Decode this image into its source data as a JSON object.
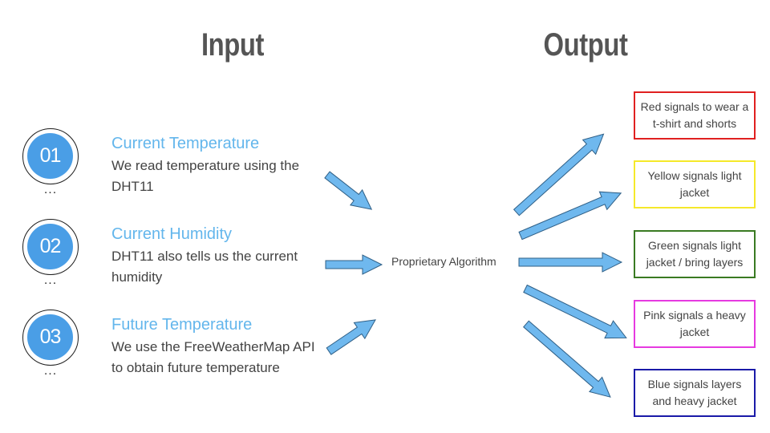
{
  "headings": {
    "input": "Input",
    "output": "Output"
  },
  "steps": [
    {
      "number": "01",
      "dots": "...",
      "title": "Current Temperature",
      "description": "We read temperature using the DHT11"
    },
    {
      "number": "02",
      "dots": "...",
      "title": "Current Humidity",
      "description": "DHT11 also tells us the current humidity"
    },
    {
      "number": "03",
      "dots": "...",
      "title": "Future Temperature",
      "description": "We use the FreeWeatherMap API to obtain future temperature"
    }
  ],
  "algorithm": {
    "label": "Proprietary Algorithm"
  },
  "outputs": [
    {
      "text": "Red signals to wear a t-shirt and shorts",
      "border_color": "#e02020"
    },
    {
      "text": "Yellow signals light jacket",
      "border_color": "#f5e92a"
    },
    {
      "text": "Green signals light jacket / bring layers",
      "border_color": "#3a7a22"
    },
    {
      "text": "Pink signals a heavy jacket",
      "border_color": "#e63ae0"
    },
    {
      "text": "Blue signals layers and heavy jacket",
      "border_color": "#1a1aa8"
    }
  ],
  "colors": {
    "arrow_fill": "#6fb8ee",
    "arrow_stroke": "#2f5f86",
    "badge_fill": "#4a9ee6",
    "title_color": "#63b6ec"
  }
}
